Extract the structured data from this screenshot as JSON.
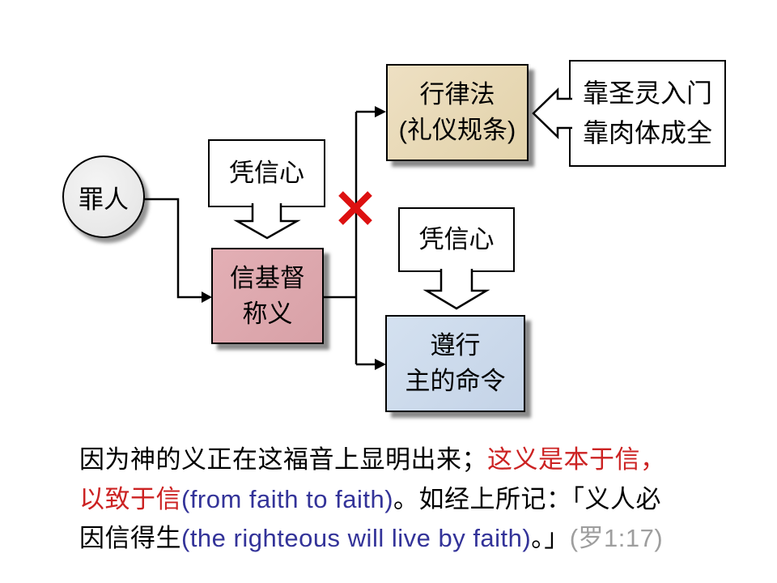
{
  "slide": {
    "nodes": {
      "sinner": {
        "label": "罪人"
      },
      "by_faith_top": {
        "label": "凭信心"
      },
      "believe": {
        "line1": "信基督",
        "line2": "称义"
      },
      "law": {
        "line1": "行律法",
        "line2": "(礼仪规条)"
      },
      "spirit": {
        "line1": "靠圣灵入门",
        "line2": "靠肉体成全"
      },
      "by_faith_bottom": {
        "label": "凭信心"
      },
      "obey": {
        "line1": "遵行",
        "line2": "主的命令"
      }
    },
    "icons": {
      "red_cross": "rejection-x-mark",
      "down_arrow_top": "down-block-arrow",
      "down_arrow_bottom": "down-block-arrow",
      "left_arrow": "left-block-arrow"
    },
    "colors": {
      "law_fill": "#e7d8b5",
      "believe_fill": "#dfaab0",
      "obey_fill": "#ccdaea",
      "sinner_fill": "#e9e9e9",
      "cross_red": "#dd1111",
      "quote_red": "#cc2222",
      "quote_blue": "#333399",
      "quote_gray": "#9e9e9e",
      "line_black": "#000000",
      "shadow_gray": "#4b4b4b"
    },
    "quote": {
      "line1_black": "因为神的义正在这福音上显明出来；",
      "line1_red": "这义是本于信，",
      "line2_red": "以致于信",
      "line2_blue": "(from faith to faith)",
      "line2_black": "。如经上所记：「义人必",
      "line3_black1": "因信得生",
      "line3_blue": "(the righteous will live by faith)",
      "line3_black2": "。」",
      "line3_ref": "(罗1:17)"
    }
  }
}
